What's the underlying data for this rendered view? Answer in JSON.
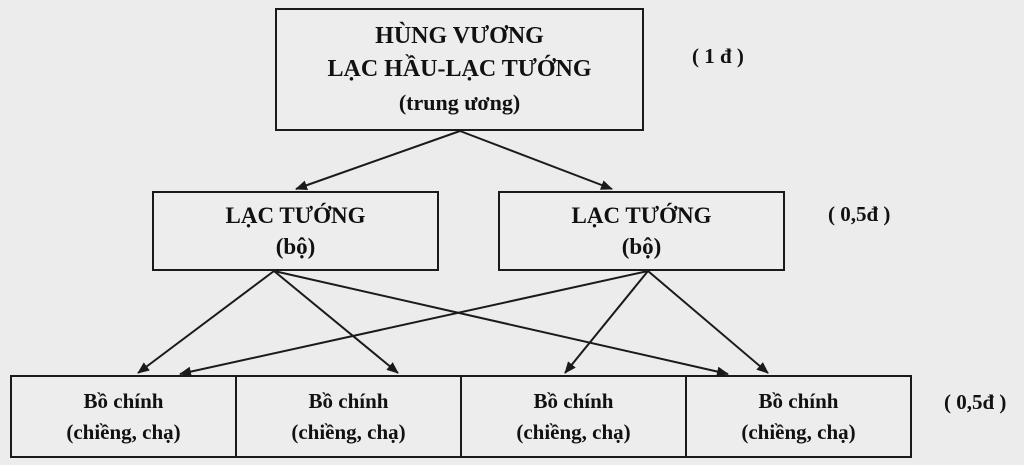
{
  "top_node": {
    "line1": "HÙNG VƯƠNG",
    "line2": "LẠC HẦU-LẠC TƯỚNG",
    "line3": "(trung ương)"
  },
  "mid_nodes": [
    {
      "line1": "LẠC TƯỚNG",
      "line2": "(bộ)"
    },
    {
      "line1": "LẠC TƯỚNG",
      "line2": "(bộ)"
    }
  ],
  "bottom_nodes": [
    {
      "line1": "Bồ chính",
      "line2": "(chiềng, chạ)"
    },
    {
      "line1": "Bồ chính",
      "line2": "(chiềng, chạ)"
    },
    {
      "line1": "Bồ chính",
      "line2": "(chiềng, chạ)"
    },
    {
      "line1": "Bồ chính",
      "line2": "(chiềng, chạ)"
    }
  ],
  "scores": {
    "top": "( 1 đ )",
    "mid": "( 0,5đ )",
    "bottom": "( 0,5đ )"
  },
  "colors": {
    "line": "#1a1a1a",
    "background": "#ececec"
  }
}
